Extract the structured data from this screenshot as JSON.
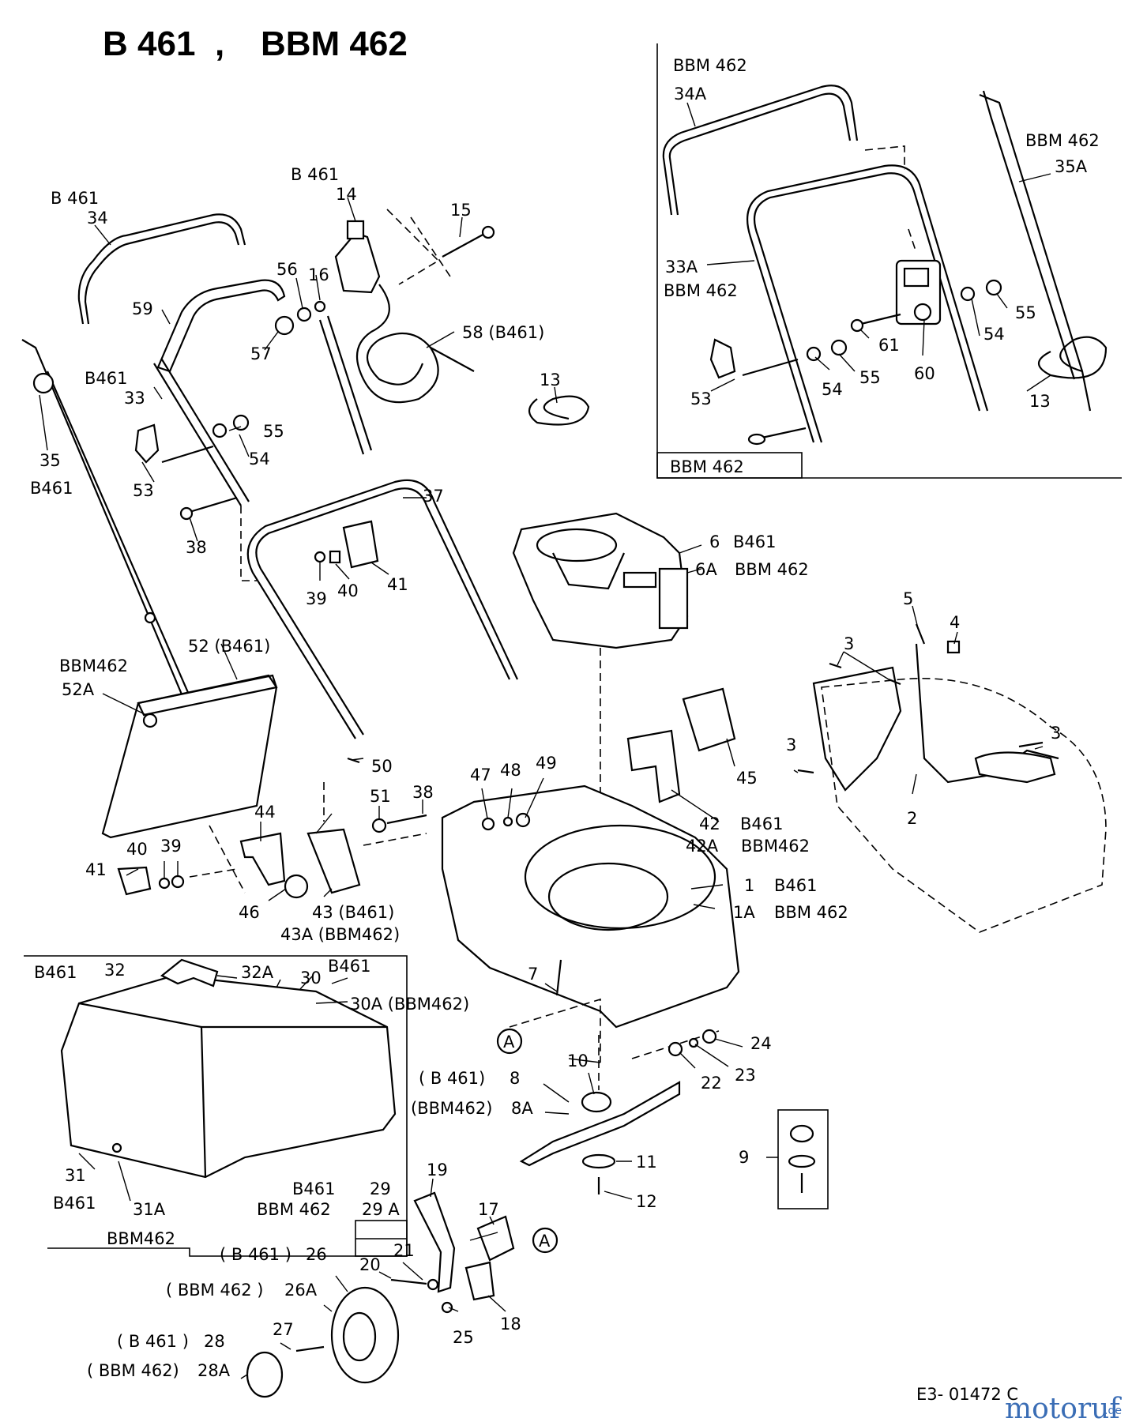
{
  "title": {
    "model_a": "B 461",
    "sep": ",",
    "model_b": "BBM 462"
  },
  "inset_top_right": {
    "header": "BBM 462",
    "footer": "BBM 462"
  },
  "inset_catcher": {
    "label": "B461"
  },
  "drawing_code": "E3- 01472 C",
  "watermark": {
    "main": "motoruf",
    "suffix": ".de",
    "color": "#3a6db5"
  },
  "labels": {
    "b461_34": "B 461",
    "n34": "34",
    "b461_14": "B 461",
    "n14": "14",
    "n15": "15",
    "n56": "56",
    "n16": "16",
    "n59": "59",
    "n57": "57",
    "n58": "58 (B461)",
    "n13a": "13",
    "b461_33": "B461",
    "n33": "33",
    "n55a": "55",
    "n54a": "54",
    "n53a": "53",
    "n35": "35",
    "b461_35": "B461",
    "n38a": "38",
    "n37": "37",
    "n39a": "39",
    "n40a": "40",
    "n41a": "41",
    "bbm_34a": "BBM 462",
    "n34a": "34A",
    "bbm_35a": "BBM 462",
    "n35a": "35A",
    "n33a": "33A",
    "bbm_33a": "BBM 462",
    "n55b": "55",
    "n54b": "54",
    "n61": "61",
    "n60": "60",
    "n55c": "55",
    "n54c": "54",
    "n53b": "53",
    "n13b": "13",
    "n6": "6",
    "b461_6": "B461",
    "n6a": "6A",
    "bbm_6a": "BBM 462",
    "n5": "5",
    "n4": "4",
    "n3a": "3",
    "n3b": "3",
    "n3c": "3",
    "n2": "2",
    "bbm_52a": "BBM462",
    "n52": "52 (B461)",
    "n52a": "52A",
    "n50": "50",
    "n47": "47",
    "n48": "48",
    "n49": "49",
    "n45": "45",
    "n42": "42",
    "b461_42": "B461",
    "n42a": "42A",
    "bbm_42a": "BBM462",
    "n44": "44",
    "n51": "51",
    "n38b": "38",
    "n40b": "40",
    "n39b": "39",
    "n41b": "41",
    "n46": "46",
    "n43": "43 (B461)",
    "n43a": "43A (BBM462)",
    "n1": "1",
    "b461_1": "B461",
    "n1a": "1A",
    "bbm_1a": "BBM 462",
    "b461_32": "B461",
    "n32": "32",
    "n32a": "32A",
    "n30": "30",
    "n30a": "30A (BBM462)",
    "n7": "7",
    "circA1": "A",
    "n24": "24",
    "n22": "22",
    "n23": "23",
    "n10": "10",
    "b461_8": "( B 461)",
    "n8": "8",
    "bbm_8a": "(BBM462)",
    "n8a": "8A",
    "n11": "11",
    "n12": "12",
    "n9": "9",
    "n31": "31",
    "b461_31": "B461",
    "n31a": "31A",
    "bbm_31a": "BBM462",
    "b461_29": "B461",
    "n29": "29",
    "bbm_29a": "BBM 462",
    "n29a": "29 A",
    "n19": "19",
    "n17": "17",
    "circA2": "A",
    "b461_26": "( B 461 )",
    "n26": "26",
    "n20": "20",
    "n21": "21",
    "bbm_26a": "( BBM 462 )",
    "n26a": "26A",
    "n18": "18",
    "n25": "25",
    "b461_28": "( B 461 )",
    "n28": "28",
    "n27": "27",
    "bbm_28a": "( BBM 462)",
    "n28a": "28A"
  }
}
